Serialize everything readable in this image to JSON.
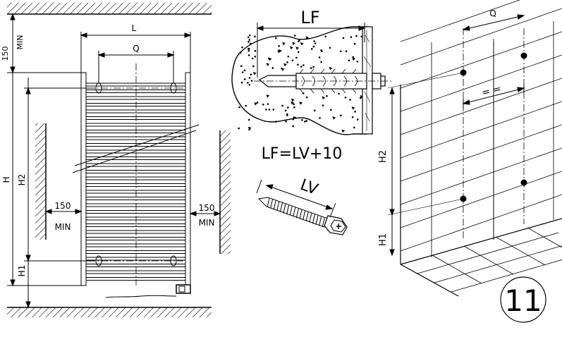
{
  "left_panel": {
    "label_L": "L",
    "label_Q": "Q",
    "label_H": "H",
    "label_H2": "H2",
    "label_H1": "H1",
    "top_clearance": {
      "value": "150",
      "unit": "MIN"
    },
    "left_clearance": {
      "value": "150",
      "unit": "MIN"
    },
    "right_clearance": {
      "value": "150",
      "unit": "MIN"
    }
  },
  "center_panel": {
    "label_LF": "LF",
    "formula": "LF=LV+10",
    "label_LV": "LV"
  },
  "right_panel": {
    "label_Q": "Q",
    "equal_mark": "= =",
    "label_H2": "H2",
    "label_H1": "H1",
    "step_number": "11"
  }
}
